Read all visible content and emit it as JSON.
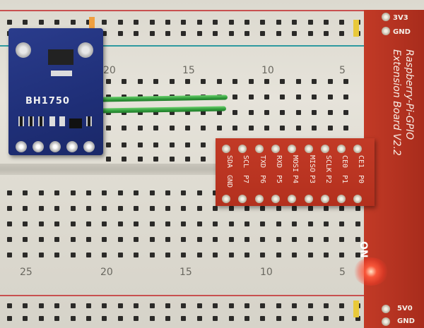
{
  "scene": {
    "colors": {
      "breadboard": "#e3e0d6",
      "red_rail_line": "#c85050",
      "blue_rail_line": "#2e9aa0",
      "module_pcb": "#233584",
      "extension_pcb": "#c0351f",
      "wire": "#3aa843"
    },
    "column_numbers_top": [
      "20",
      "15",
      "10",
      "5"
    ],
    "column_numbers_bottom": [
      "25",
      "20",
      "15",
      "10",
      "5"
    ],
    "sensor_module": {
      "label": "BH1750",
      "icon": "light-sensor-icon"
    },
    "extension_board": {
      "title_line1": "Raspberry-Pi-GPIO",
      "title_line2": "Extension Board V2.2",
      "pin_labels_row1": [
        "SDA",
        "SCL",
        "TXD",
        "RXD",
        "MOSI",
        "MISO",
        "SCLK",
        "CE0",
        "CE1"
      ],
      "pin_labels_row2": [
        "GND",
        "P7",
        "P6",
        "P5",
        "P4",
        "P3",
        "P2",
        "P1",
        "P0"
      ],
      "top_power_labels": [
        "3V3",
        "GND"
      ],
      "bottom_power_labels": [
        "5V0",
        "GND"
      ],
      "indicator_label": "ON"
    }
  }
}
